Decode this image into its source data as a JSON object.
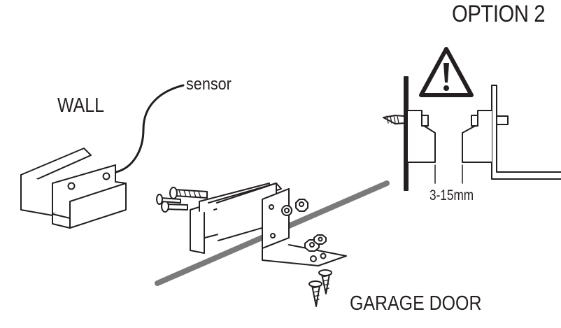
{
  "labels": {
    "option": "OPTION 2",
    "wall": "WALL",
    "sensor": "sensor",
    "gap": "3-15mm",
    "door": "GARAGE DOOR"
  },
  "icons": {
    "warning": "warning-triangle-icon"
  },
  "colors": {
    "ink": "#231f20",
    "rail": "#7a7a7a"
  }
}
